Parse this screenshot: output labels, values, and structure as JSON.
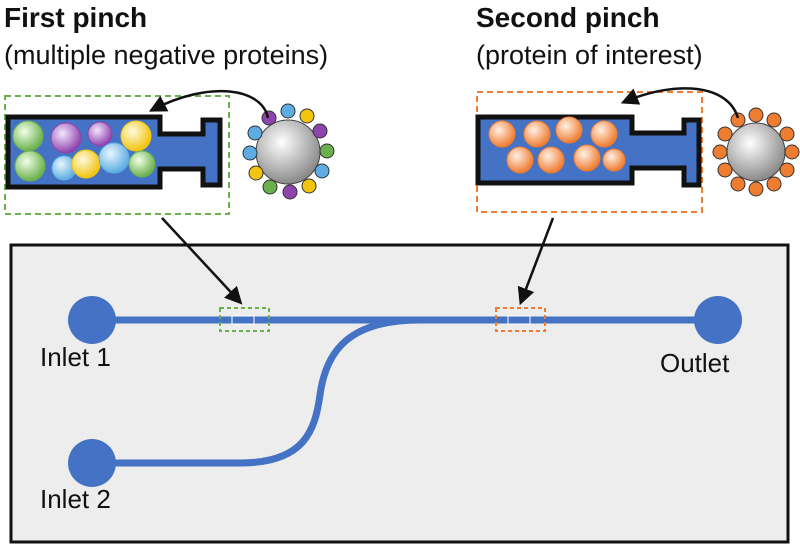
{
  "first_pinch": {
    "title": "First pinch",
    "subtitle": "(multiple negative proteins)",
    "frame_color": "#6ab04c"
  },
  "second_pinch": {
    "title": "Second pinch",
    "subtitle": "(protein of interest)",
    "frame_color": "#ef7d31"
  },
  "chip": {
    "background": "#ededed",
    "channel_color": "#4472c4"
  },
  "ports": {
    "inlet1": "Inlet 1",
    "inlet2": "Inlet 2",
    "outlet": "Outlet"
  },
  "bead_colors": {
    "negative": [
      "#8e44ad",
      "#f1c40f",
      "#5dade2",
      "#6ab04c"
    ],
    "interest": "#ef7d31",
    "core": "#b3b3b3"
  }
}
